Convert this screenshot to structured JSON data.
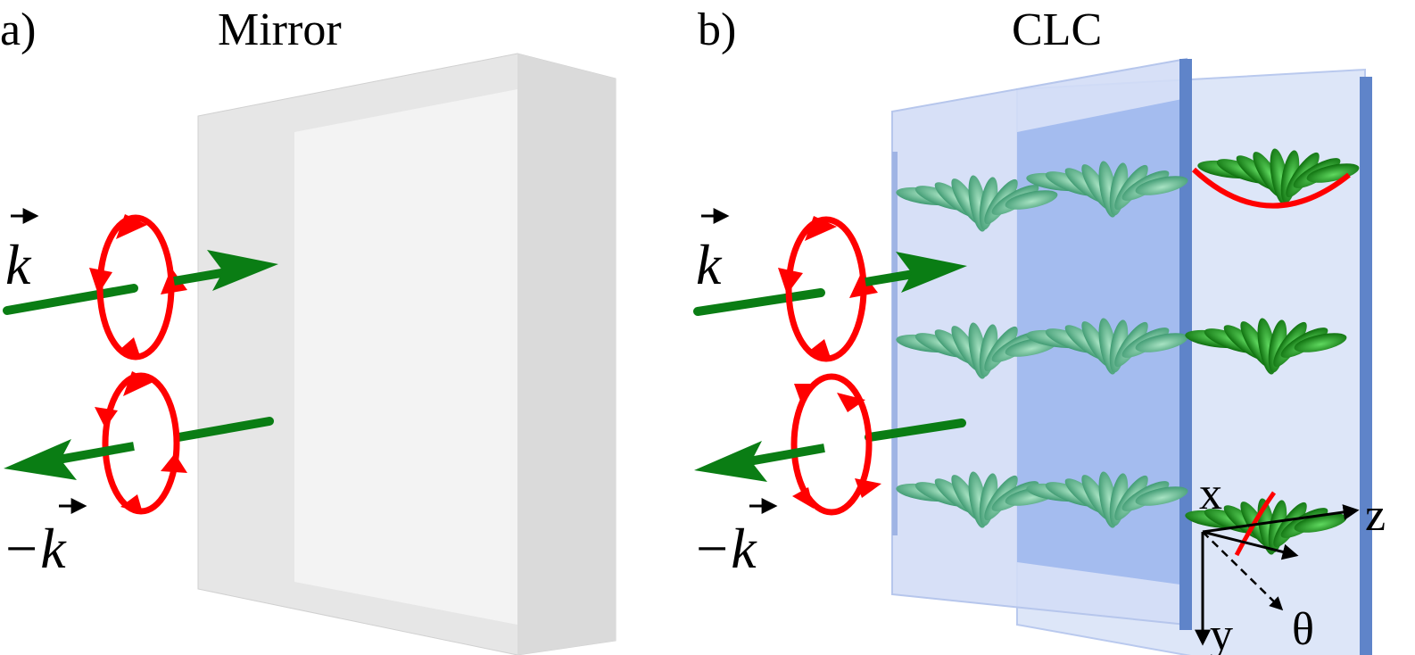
{
  "panels": {
    "a": {
      "letter": "a)",
      "title": "Mirror"
    },
    "b": {
      "letter": "b)",
      "title": "CLC"
    }
  },
  "vectors": {
    "k": "k",
    "minus_k": "−k",
    "arrow_mark": "→"
  },
  "axes": {
    "x": "x",
    "y": "y",
    "z": "z",
    "theta": "θ"
  },
  "colors": {
    "beam": "#0a7d14",
    "polarization": "#ff0000",
    "mirror": "#e3e3e3",
    "clc_plate": "#c9d8f5",
    "clc_plate_dark": "#a0b9ee",
    "molecule_front": "#6bbf94",
    "molecule_back": "#1f9a1f"
  }
}
